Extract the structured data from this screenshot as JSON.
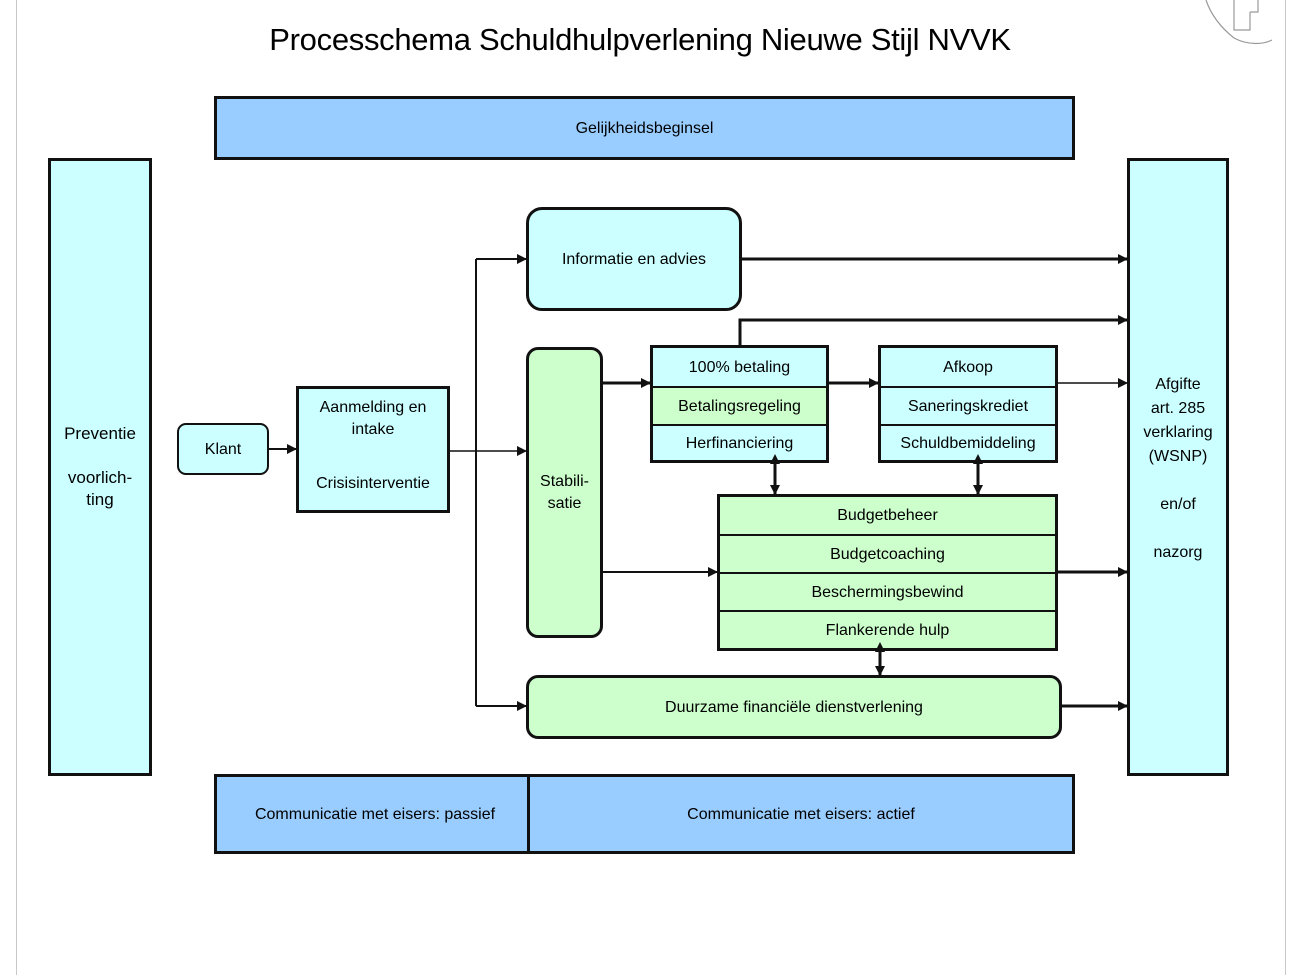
{
  "title": "Processchema Schuldhulpverlening Nieuwe Stijl NVVK",
  "boxes": {
    "gelijkheidsbeginsel": "Gelijkheidsbeginsel",
    "preventie": {
      "line1": "Preventie",
      "line2": "voorlich-",
      "line3": "ting"
    },
    "klant": "Klant",
    "aanmelding": {
      "label": "Aanmelding en intake",
      "crisis": "Crisisinterventie"
    },
    "informatie": "Informatie en advies",
    "stabilisatie": {
      "line1": "Stabili-",
      "line2": "satie"
    },
    "regeling_left": [
      "100% betaling",
      "Betalingsregeling",
      "Herfinanciering"
    ],
    "regeling_right": [
      "Afkoop",
      "Saneringskrediet",
      "Schuldbemiddeling"
    ],
    "budget": [
      "Budgetbeheer",
      "Budgetcoaching",
      "Beschermingsbewind",
      "Flankerende hulp"
    ],
    "duurzame": "Duurzame financiële dienstverlening",
    "afgifte": {
      "line1": "Afgifte",
      "line2": "art. 285",
      "line3": "verklaring",
      "line4": "(WSNP)",
      "line5": "en/of",
      "line6": "nazorg"
    },
    "communicatie_passief": "Communicatie met eisers: passief",
    "communicatie_actief": "Communicatie met eisers: actief"
  },
  "colors": {
    "blue": "#99ccff",
    "cyan": "#ccffff",
    "green": "#ccffcc",
    "border": "#111111"
  }
}
